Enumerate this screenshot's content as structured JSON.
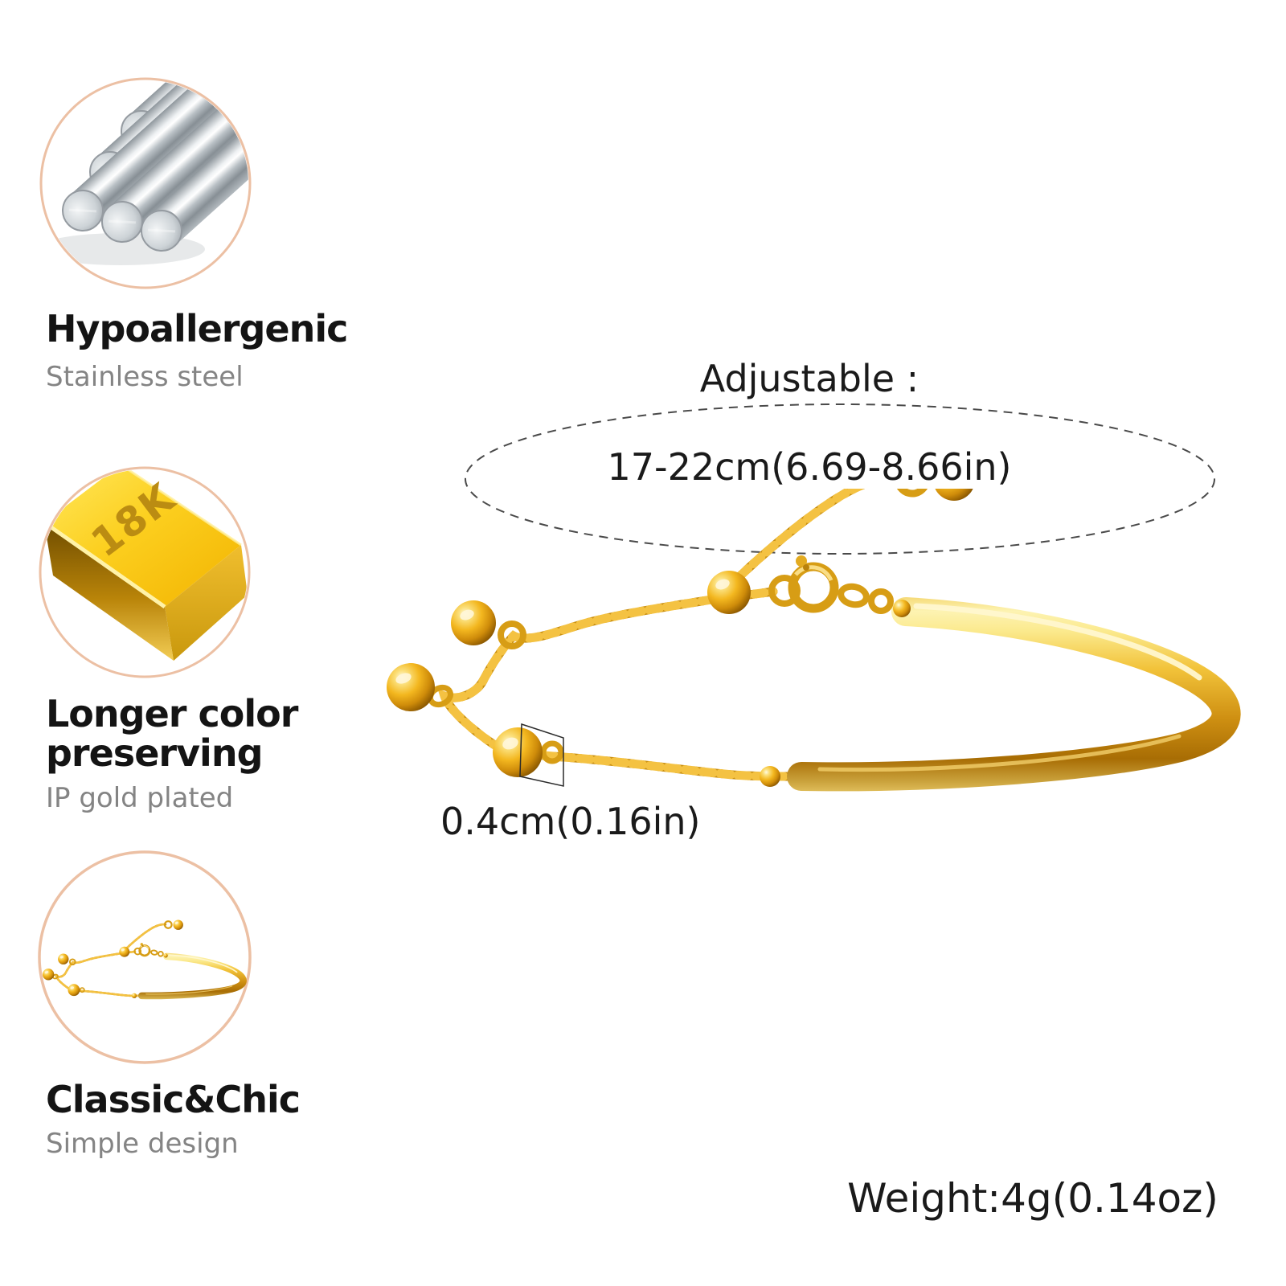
{
  "features": [
    {
      "title": "Hypoallergenic",
      "subtitle": "Stainless steel",
      "icon": "steel-rods-icon"
    },
    {
      "title": "Longer color preserving",
      "subtitle": "IP gold plated",
      "icon": "gold-bar-icon",
      "engraving": "18K"
    },
    {
      "title": "Classic&Chic",
      "subtitle": "Simple design",
      "icon": "bracelet-thumbnail-icon"
    }
  ],
  "annotations": {
    "adjustable_title": "Adjustable :",
    "adjustable_range": "17-22cm(6.69-8.66in)",
    "bead_diameter": "0.4cm(0.16in)",
    "weight": "Weight:4g(0.14oz)"
  },
  "colors": {
    "gold": "#F3BC2E",
    "gold_deep": "#B97A08",
    "silver": "#C6CCD1",
    "circle_border": "#ECC0A4",
    "heading_text": "#141414",
    "subtitle_text": "#848484",
    "annotation_text": "#1A1A1A",
    "dash_line": "#4A4A4A"
  }
}
